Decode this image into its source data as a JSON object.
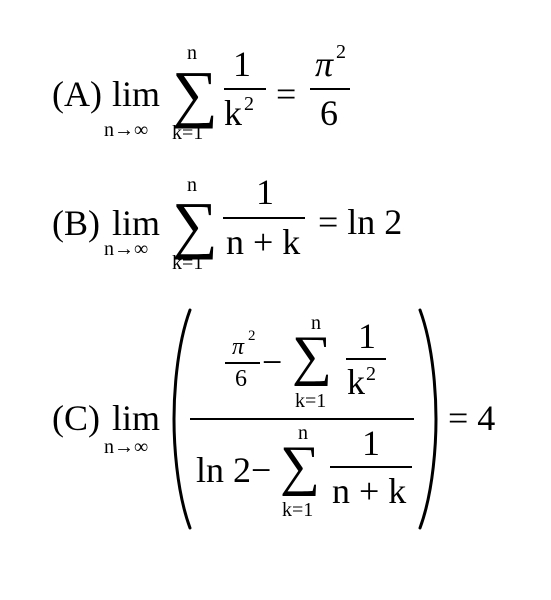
{
  "items": {
    "a": {
      "label": "(A)",
      "lim": "lim",
      "lim_sub": "n→∞",
      "sum": "∑",
      "sum_upper": "n",
      "sum_lower": "k=1",
      "num": "1",
      "den_base": "k",
      "den_exp": "2",
      "equals": "=",
      "rhs_num_base": "π",
      "rhs_num_exp": "2",
      "rhs_den": "6"
    },
    "b": {
      "label": "(B)",
      "lim": "lim",
      "lim_sub": "n→∞",
      "sum": "∑",
      "sum_upper": "n",
      "sum_lower": "k=1",
      "num": "1",
      "den": "n + k",
      "rhs": "= ln 2"
    },
    "c": {
      "label": "(C)",
      "lim": "lim",
      "lim_sub": "n→∞",
      "top_frac_num_base": "π",
      "top_frac_num_exp": "2",
      "top_frac_den": "6",
      "top_minus": "−",
      "top_sum": "∑",
      "top_sum_upper": "n",
      "top_sum_lower": "k=1",
      "top_num": "1",
      "top_den_base": "k",
      "top_den_exp": "2",
      "bottom_ln": "ln 2−",
      "bottom_sum": "∑",
      "bottom_sum_upper": "n",
      "bottom_sum_lower": "k=1",
      "bottom_num": "1",
      "bottom_den": "n + k",
      "rhs": "= 4"
    }
  }
}
